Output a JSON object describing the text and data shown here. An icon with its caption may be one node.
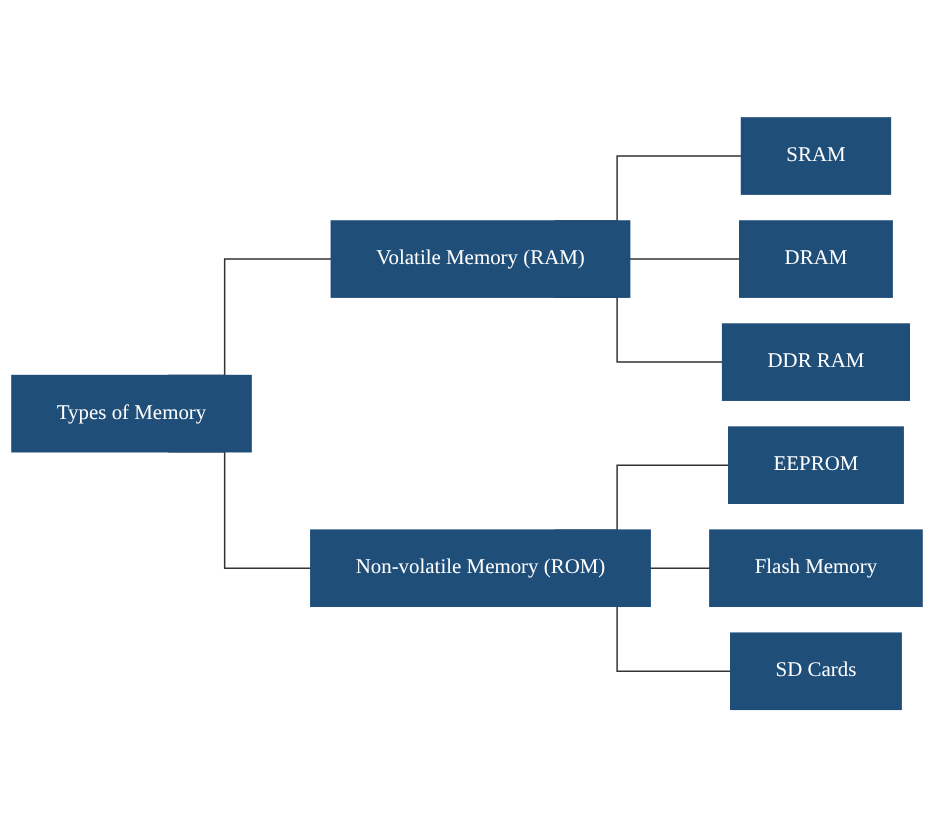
{
  "diagram": {
    "nodes": [
      {
        "text": [
          "Types of Memory"
        ]
      },
      {
        "text": [
          "Volatile Memory (RAM)"
        ]
      },
      {
        "text": [
          "Non-volatile Memory (ROM)"
        ]
      },
      {
        "text": [
          "SRAM"
        ]
      },
      {
        "text": [
          "DRAM"
        ]
      },
      {
        "text": [
          "DDR RAM"
        ]
      },
      {
        "text": [
          "EEPROM"
        ]
      },
      {
        "text": [
          "Flash Memory"
        ]
      },
      {
        "text": [
          "SD Cards"
        ]
      }
    ],
    "edges": [
      {
        "from": 0,
        "to": 1,
        "arrow": "none"
      },
      {
        "from": 0,
        "to": 2,
        "arrow": "none"
      },
      {
        "from": 1,
        "to": 3,
        "arrow": "none"
      },
      {
        "from": 1,
        "to": 4,
        "arrow": "none"
      },
      {
        "from": 1,
        "to": 5,
        "arrow": "none"
      },
      {
        "from": 2,
        "to": 6,
        "arrow": "none"
      },
      {
        "from": 2,
        "to": 7,
        "arrow": "none"
      },
      {
        "from": 2,
        "to": 8,
        "arrow": "none"
      }
    ]
  }
}
